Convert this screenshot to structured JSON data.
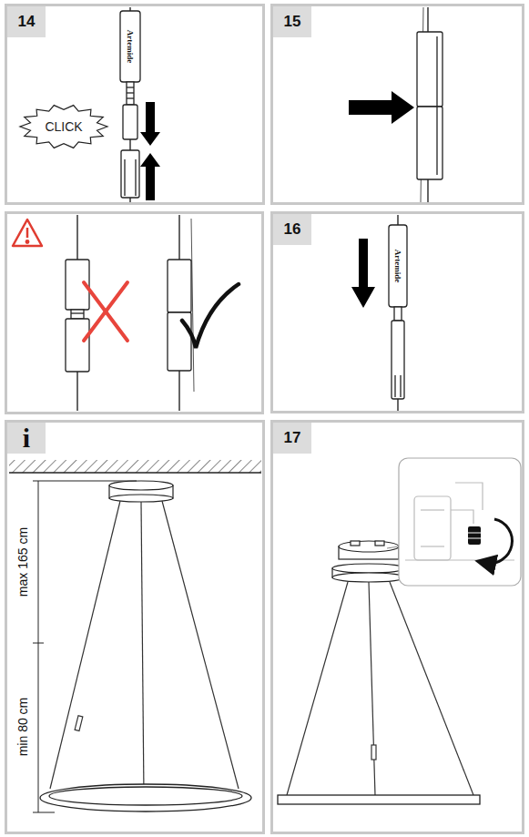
{
  "diagram": {
    "nodes": [
      {
        "text": [
          "14"
        ]
      },
      {
        "text": [
          "CLICK"
        ],
        "in": 0
      },
      {
        "text": [
          "15"
        ]
      },
      {
        "text": [
          "16"
        ]
      },
      {
        "text": [
          "i"
        ]
      },
      {
        "text": [
          "17"
        ]
      }
    ],
    "labels": [
      "Artemide",
      "Artemide",
      "max 165 cm",
      "min 80 cm"
    ]
  }
}
